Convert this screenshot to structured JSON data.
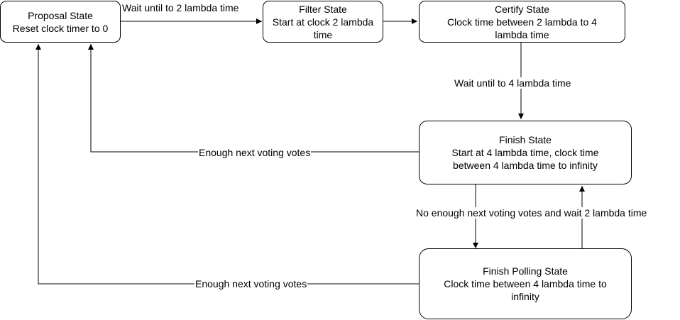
{
  "nodes": {
    "proposal": {
      "title": "Proposal State",
      "line1": "Reset clock timer to 0"
    },
    "filter": {
      "title": "Filter State",
      "line1": "Start at clock 2 lambda",
      "line2": "time"
    },
    "certify": {
      "title": "Certify State",
      "line1": "Clock time between 2 lambda to 4",
      "line2": "lambda time"
    },
    "finish": {
      "title": "Finish State",
      "line1": "Start at 4 lambda time, clock time",
      "line2": "between 4 lambda time to infinity"
    },
    "finish_polling": {
      "title": "Finish Polling State",
      "line1": "Clock time between 4 lambda time to",
      "line2": "infinity"
    }
  },
  "edges": {
    "proposal_to_filter": "Wait until to 2 lambda time",
    "certify_to_finish": "Wait until to 4 lambda time",
    "finish_to_proposal": "Enough next voting votes",
    "finish_to_polling": "No enough next voting votes and wait 2 lambda time",
    "polling_to_proposal": "Enough next voting votes"
  },
  "colors": {
    "stroke": "#000000",
    "background": "#ffffff"
  }
}
